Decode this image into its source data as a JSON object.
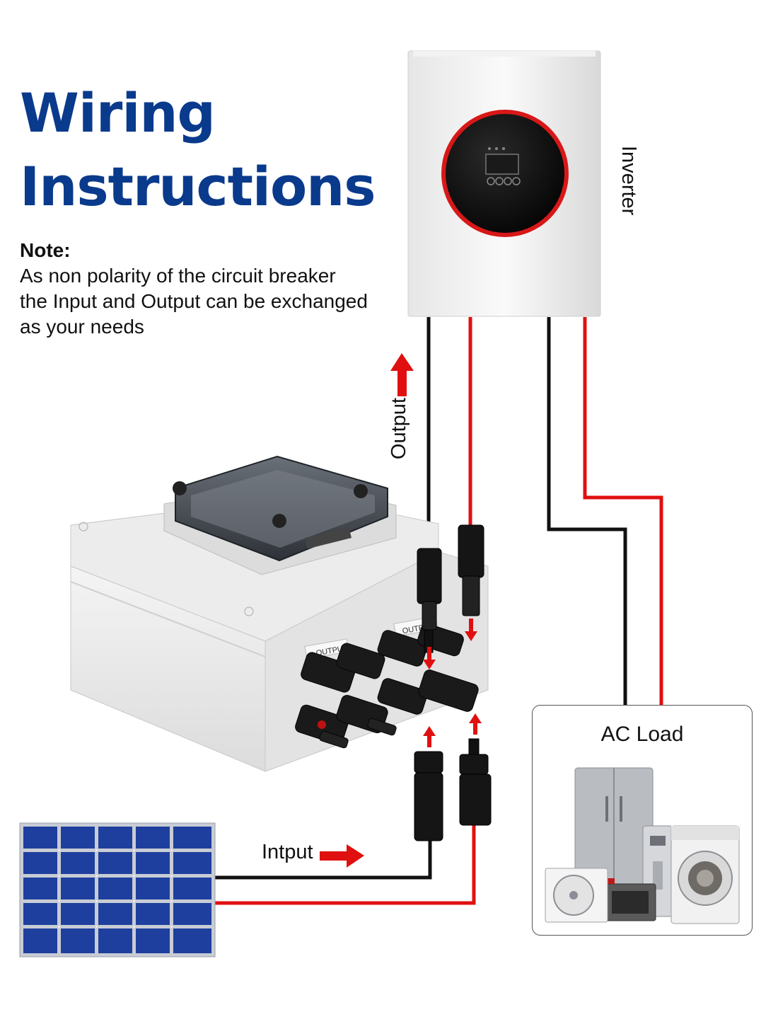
{
  "title": {
    "line1": "Wiring",
    "line2": "Instructions",
    "color": "#0a3a8c"
  },
  "note": {
    "heading": "Note:",
    "lines": [
      "As non polarity of the circuit breaker",
      "the Input and Output can be exchanged",
      "as your needs"
    ]
  },
  "labels": {
    "inverter": "Inverter",
    "output": "Output",
    "input": "Intput",
    "ac_load": "AC Load",
    "breaker_output_1": "OUTPUT",
    "breaker_output_2": "OUTPUT"
  },
  "colors": {
    "positive_wire": "#e01010",
    "negative_wire": "#111111",
    "panel_cell": "#1e3f9e",
    "inverter_ring": "#d81818"
  }
}
